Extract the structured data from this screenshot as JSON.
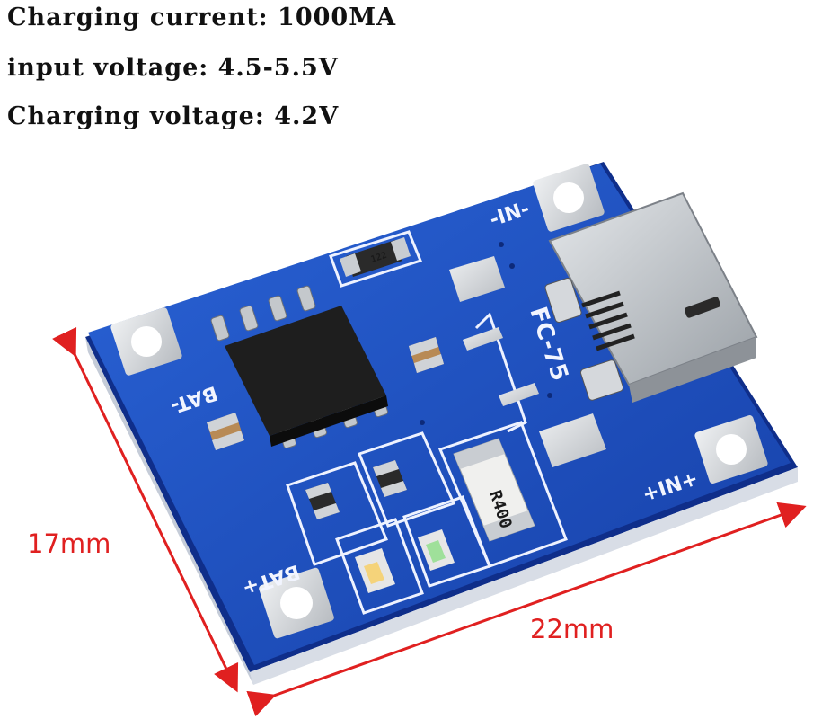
{
  "specs": {
    "current": "Charging current: 1000MA",
    "input": "input voltage: 4.5-5.5V",
    "voltage": "Charging voltage: 4.2V"
  },
  "dimensions": {
    "height": "17mm",
    "width": "22mm"
  },
  "board": {
    "in_minus": "-IN-",
    "in_plus": "+IN+",
    "bat_minus": "BAT-",
    "bat_plus": "BAT+",
    "port_label": "FC-75",
    "sense_resistor": "R400",
    "small_resistor": "122"
  },
  "colors": {
    "pcb": "#1c4fc0",
    "pcb_edge": "#0f2e8a",
    "silkscreen": "#f2f5ff",
    "arrow": "#e02020",
    "chip": "#1e1e1e",
    "metal": "#c9cdd2"
  }
}
